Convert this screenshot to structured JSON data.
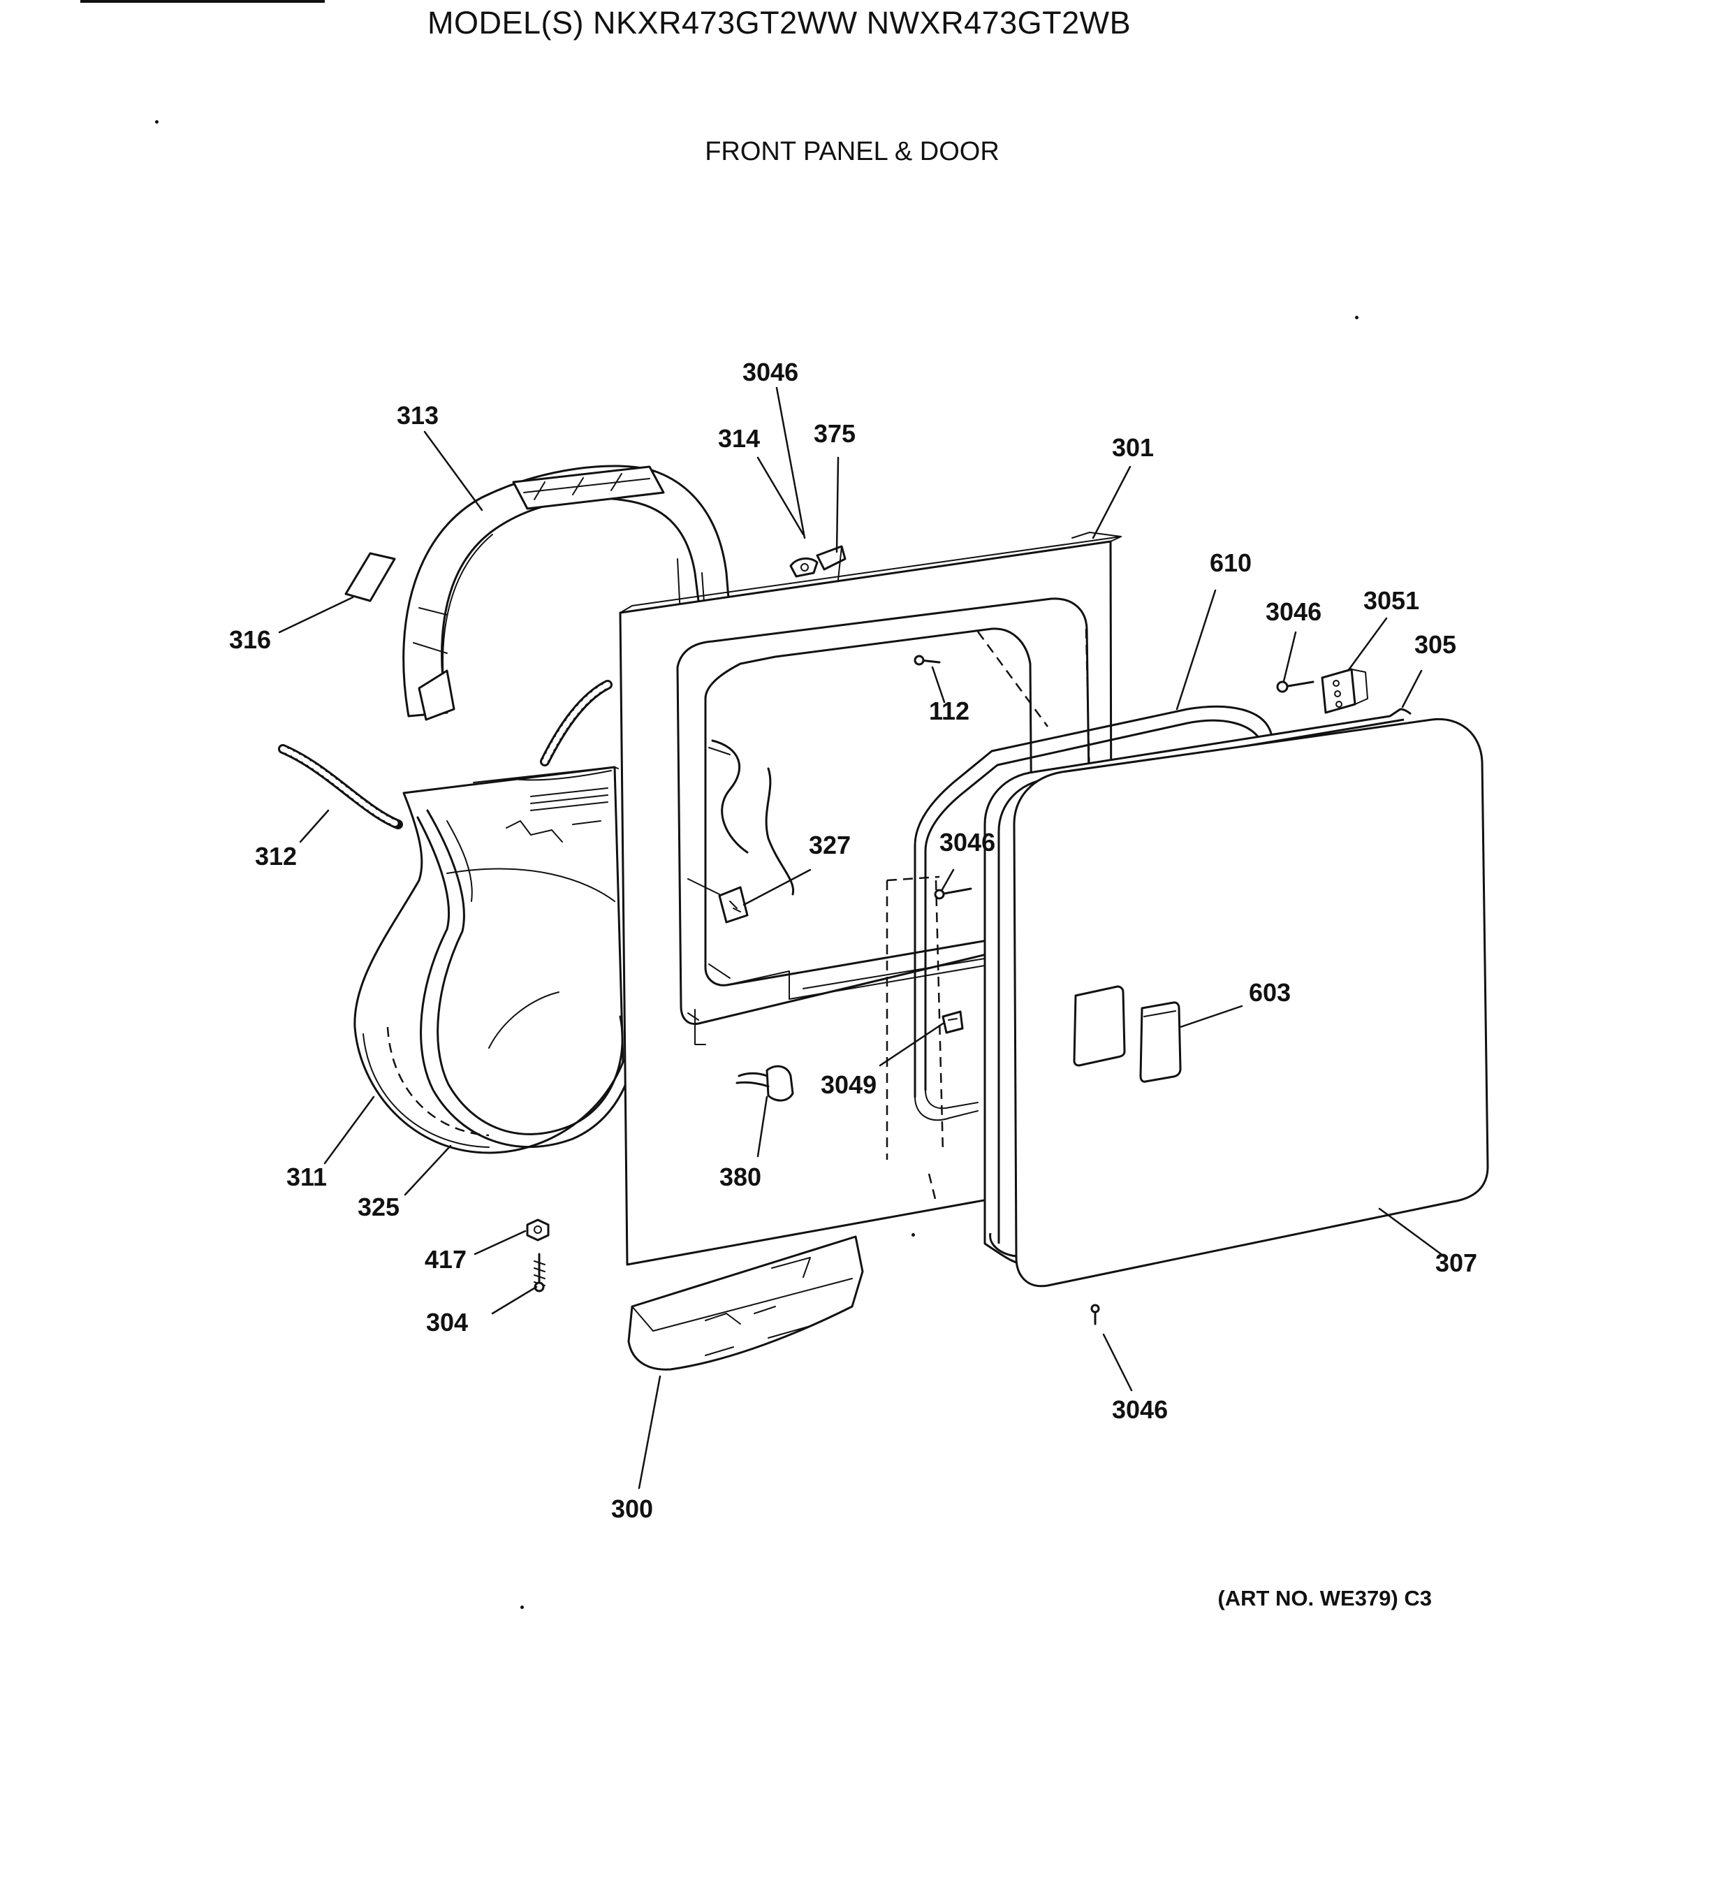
{
  "header": {
    "title": "MODEL(S) NKXR473GT2WW  NWXR473GT2WB",
    "subtitle": "FRONT PANEL & DOOR"
  },
  "footer": {
    "art_no": "(ART NO. WE379) C3"
  },
  "callouts": [
    {
      "id": "c-3046-top",
      "label": "3046"
    },
    {
      "id": "c-313",
      "label": "313"
    },
    {
      "id": "c-314",
      "label": "314"
    },
    {
      "id": "c-375",
      "label": "375"
    },
    {
      "id": "c-301",
      "label": "301"
    },
    {
      "id": "c-610",
      "label": "610"
    },
    {
      "id": "c-3046-right",
      "label": "3046"
    },
    {
      "id": "c-3051",
      "label": "3051"
    },
    {
      "id": "c-305",
      "label": "305"
    },
    {
      "id": "c-316",
      "label": "316"
    },
    {
      "id": "c-112",
      "label": "112"
    },
    {
      "id": "c-312",
      "label": "312"
    },
    {
      "id": "c-327",
      "label": "327"
    },
    {
      "id": "c-3046-mid",
      "label": "3046"
    },
    {
      "id": "c-603",
      "label": "603"
    },
    {
      "id": "c-3049",
      "label": "3049"
    },
    {
      "id": "c-311",
      "label": "311"
    },
    {
      "id": "c-380",
      "label": "380"
    },
    {
      "id": "c-325",
      "label": "325"
    },
    {
      "id": "c-417",
      "label": "417"
    },
    {
      "id": "c-307",
      "label": "307"
    },
    {
      "id": "c-304",
      "label": "304"
    },
    {
      "id": "c-3046-bottom",
      "label": "3046"
    },
    {
      "id": "c-300",
      "label": "300"
    }
  ]
}
